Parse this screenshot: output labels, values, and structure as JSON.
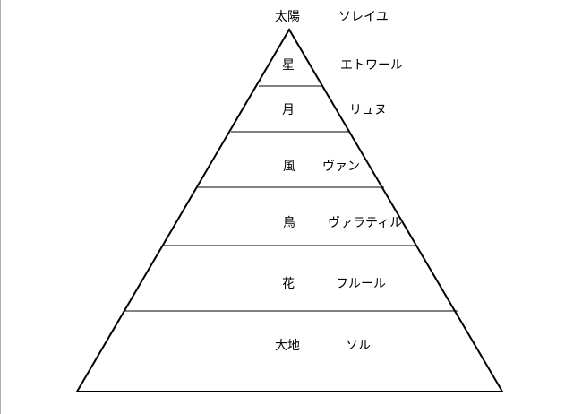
{
  "title": {
    "kanji": "太陽",
    "katakana": "ソレイユ"
  },
  "levels": [
    {
      "kanji": "星",
      "katakana": "エトワール"
    },
    {
      "kanji": "月",
      "katakana": "リュヌ"
    },
    {
      "kanji": "風",
      "katakana": "ヴァン"
    },
    {
      "kanji": "鳥",
      "katakana": "ヴァラティル"
    },
    {
      "kanji": "花",
      "katakana": "フルール"
    },
    {
      "kanji": "大地",
      "katakana": "ソル"
    }
  ]
}
